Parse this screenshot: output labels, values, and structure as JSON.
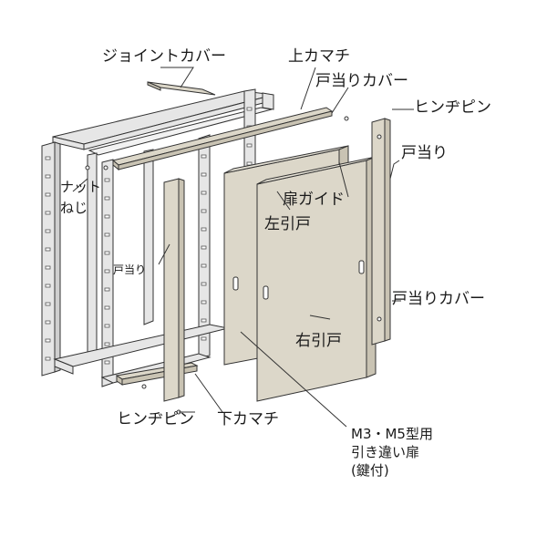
{
  "labels": {
    "joint_cover": "ジョイントカバー",
    "top_rail": "上カマチ",
    "door_stop_cover_top": "戸当りカバー",
    "hinge_pin_top": "ヒンヂピン",
    "door_stop_right": "戸当り",
    "nut": "ナット",
    "screw": "ねじ",
    "door_guide": "扉ガイド",
    "left_sliding_door": "左引戸",
    "door_stop_left": "戸当り",
    "door_stop_cover_right": "戸当りカバー",
    "right_sliding_door": "右引戸",
    "hinge_pin_bottom": "ヒンヂピン",
    "bottom_rail": "下カマチ"
  },
  "spec": {
    "line1": "M3・M5型用",
    "line2": "引き違い扉",
    "line3": "(鍵付)"
  },
  "colors": {
    "frame_fill": "#e6e6e6",
    "panel_fill": "#dcd7c9",
    "panel_edge": "#c9c3b3",
    "line": "#333333"
  }
}
